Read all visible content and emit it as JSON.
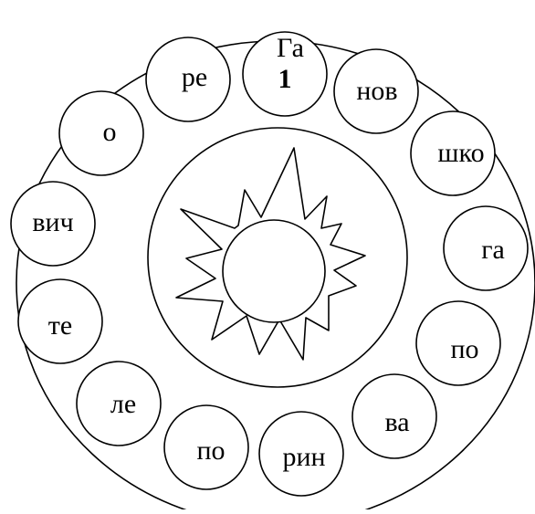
{
  "diagram": {
    "stroke_color": "#000000",
    "background_color": "#ffffff",
    "center_icon": "sun-icon",
    "ring_syllables": [
      {
        "id": "ga",
        "text": "Га",
        "number": "1"
      },
      {
        "id": "nov",
        "text": "нов"
      },
      {
        "id": "shko",
        "text": "шко"
      },
      {
        "id": "ga2",
        "text": "га"
      },
      {
        "id": "po",
        "text": "по"
      },
      {
        "id": "va",
        "text": "ва"
      },
      {
        "id": "rin",
        "text": "рин"
      },
      {
        "id": "po2",
        "text": "по"
      },
      {
        "id": "le",
        "text": "ле"
      },
      {
        "id": "te",
        "text": "те"
      },
      {
        "id": "vich",
        "text": "вич"
      },
      {
        "id": "o",
        "text": "о"
      },
      {
        "id": "re",
        "text": "ре"
      }
    ]
  }
}
